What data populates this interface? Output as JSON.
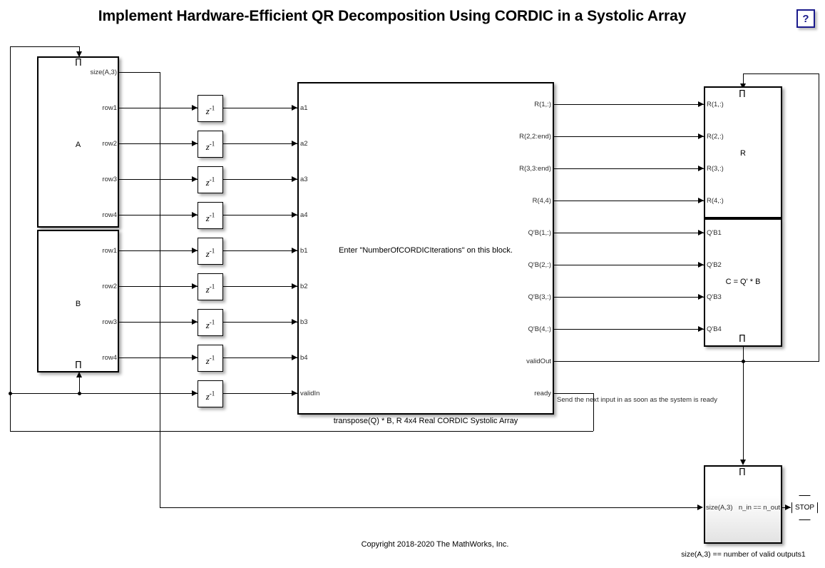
{
  "page": {
    "title": "Implement Hardware-Efficient QR Decomposition Using CORDIC in a Systolic Array",
    "help_label": "?",
    "copyright": "Copyright 2018-2020 The MathWorks, Inc."
  },
  "blocks": {
    "source_a": {
      "name": "A",
      "trigger_glyph": "Π",
      "ports": [
        {
          "label": "size(A,3)"
        },
        {
          "label": "row1"
        },
        {
          "label": "row2"
        },
        {
          "label": "row3"
        },
        {
          "label": "row4"
        }
      ]
    },
    "source_b": {
      "name": "B",
      "trigger_glyph": "Π",
      "ports": [
        {
          "label": "row1"
        },
        {
          "label": "row2"
        },
        {
          "label": "row3"
        },
        {
          "label": "row4"
        }
      ]
    },
    "delays": [
      {
        "label": "z",
        "exp": "-1"
      },
      {
        "label": "z",
        "exp": "-1"
      },
      {
        "label": "z",
        "exp": "-1"
      },
      {
        "label": "z",
        "exp": "-1"
      },
      {
        "label": "z",
        "exp": "-1"
      },
      {
        "label": "z",
        "exp": "-1"
      },
      {
        "label": "z",
        "exp": "-1"
      },
      {
        "label": "z",
        "exp": "-1"
      },
      {
        "label": "z",
        "exp": "-1"
      }
    ],
    "systolic_array": {
      "caption": "transpose(Q) * B, R 4x4 Real CORDIC Systolic Array",
      "note": "Enter \"NumberOfCORDICIterations\" on this block.",
      "inputs": [
        {
          "label": "a1"
        },
        {
          "label": "a2"
        },
        {
          "label": "a3"
        },
        {
          "label": "a4"
        },
        {
          "label": "b1"
        },
        {
          "label": "b2"
        },
        {
          "label": "b3"
        },
        {
          "label": "b4"
        },
        {
          "label": "validIn"
        }
      ],
      "outputs": [
        {
          "label": "R(1,:)"
        },
        {
          "label": "R(2,2:end)"
        },
        {
          "label": "R(3,3:end)"
        },
        {
          "label": "R(4,4)"
        },
        {
          "label": "Q'B(1,:)"
        },
        {
          "label": "Q'B(2,:)"
        },
        {
          "label": "Q'B(3,:)"
        },
        {
          "label": "Q'B(4,:)"
        },
        {
          "label": "validOut"
        },
        {
          "label": "ready"
        }
      ]
    },
    "sink_r": {
      "name": "R",
      "trigger_glyph": "Π",
      "ports": [
        {
          "label": "R(1,:)"
        },
        {
          "label": "R(2,:)"
        },
        {
          "label": "R(3,:)"
        },
        {
          "label": "R(4,:)"
        }
      ]
    },
    "sink_c": {
      "name": "C = Q' * B",
      "trigger_glyph": "Π",
      "ports": [
        {
          "label": "Q'B1"
        },
        {
          "label": "Q'B2"
        },
        {
          "label": "Q'B3"
        },
        {
          "label": "Q'B4"
        }
      ]
    },
    "valid_count_check": {
      "caption": "size(A,3) == number of valid outputs1",
      "trigger_glyph": "Π",
      "input_label": "size(A,3)",
      "output_label": "n_in == n_out"
    },
    "stop": {
      "label": "STOP"
    }
  },
  "annotations": {
    "ready_note": "Send the next input in as soon as the system is ready"
  },
  "colors": {
    "background": "#ffffff",
    "line": "#000000",
    "help_accent": "#1a1a8c",
    "port_text": "#2b2b2b"
  }
}
